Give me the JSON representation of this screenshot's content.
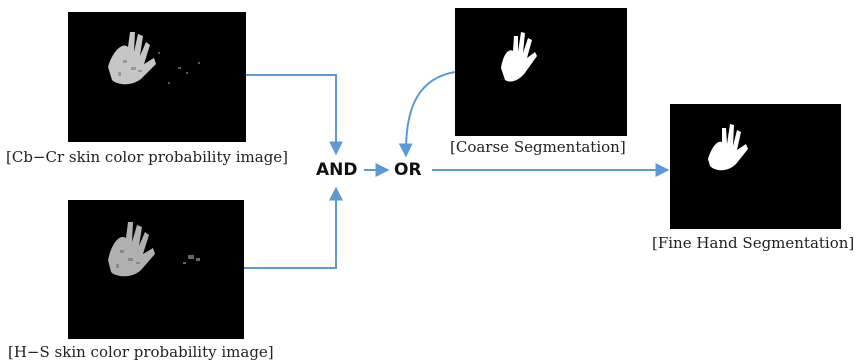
{
  "diagram": {
    "inputs": {
      "cbcr_caption": "[Cb−Cr skin color probability image]",
      "hs_caption": "[H−S skin color probability image]"
    },
    "operators": {
      "and_label": "AND",
      "or_label": "OR"
    },
    "coarse": {
      "caption": "[Coarse Segmentation]"
    },
    "output": {
      "caption": "[Fine Hand Segmentation]"
    },
    "arrow_color": "#5b9bd5"
  }
}
